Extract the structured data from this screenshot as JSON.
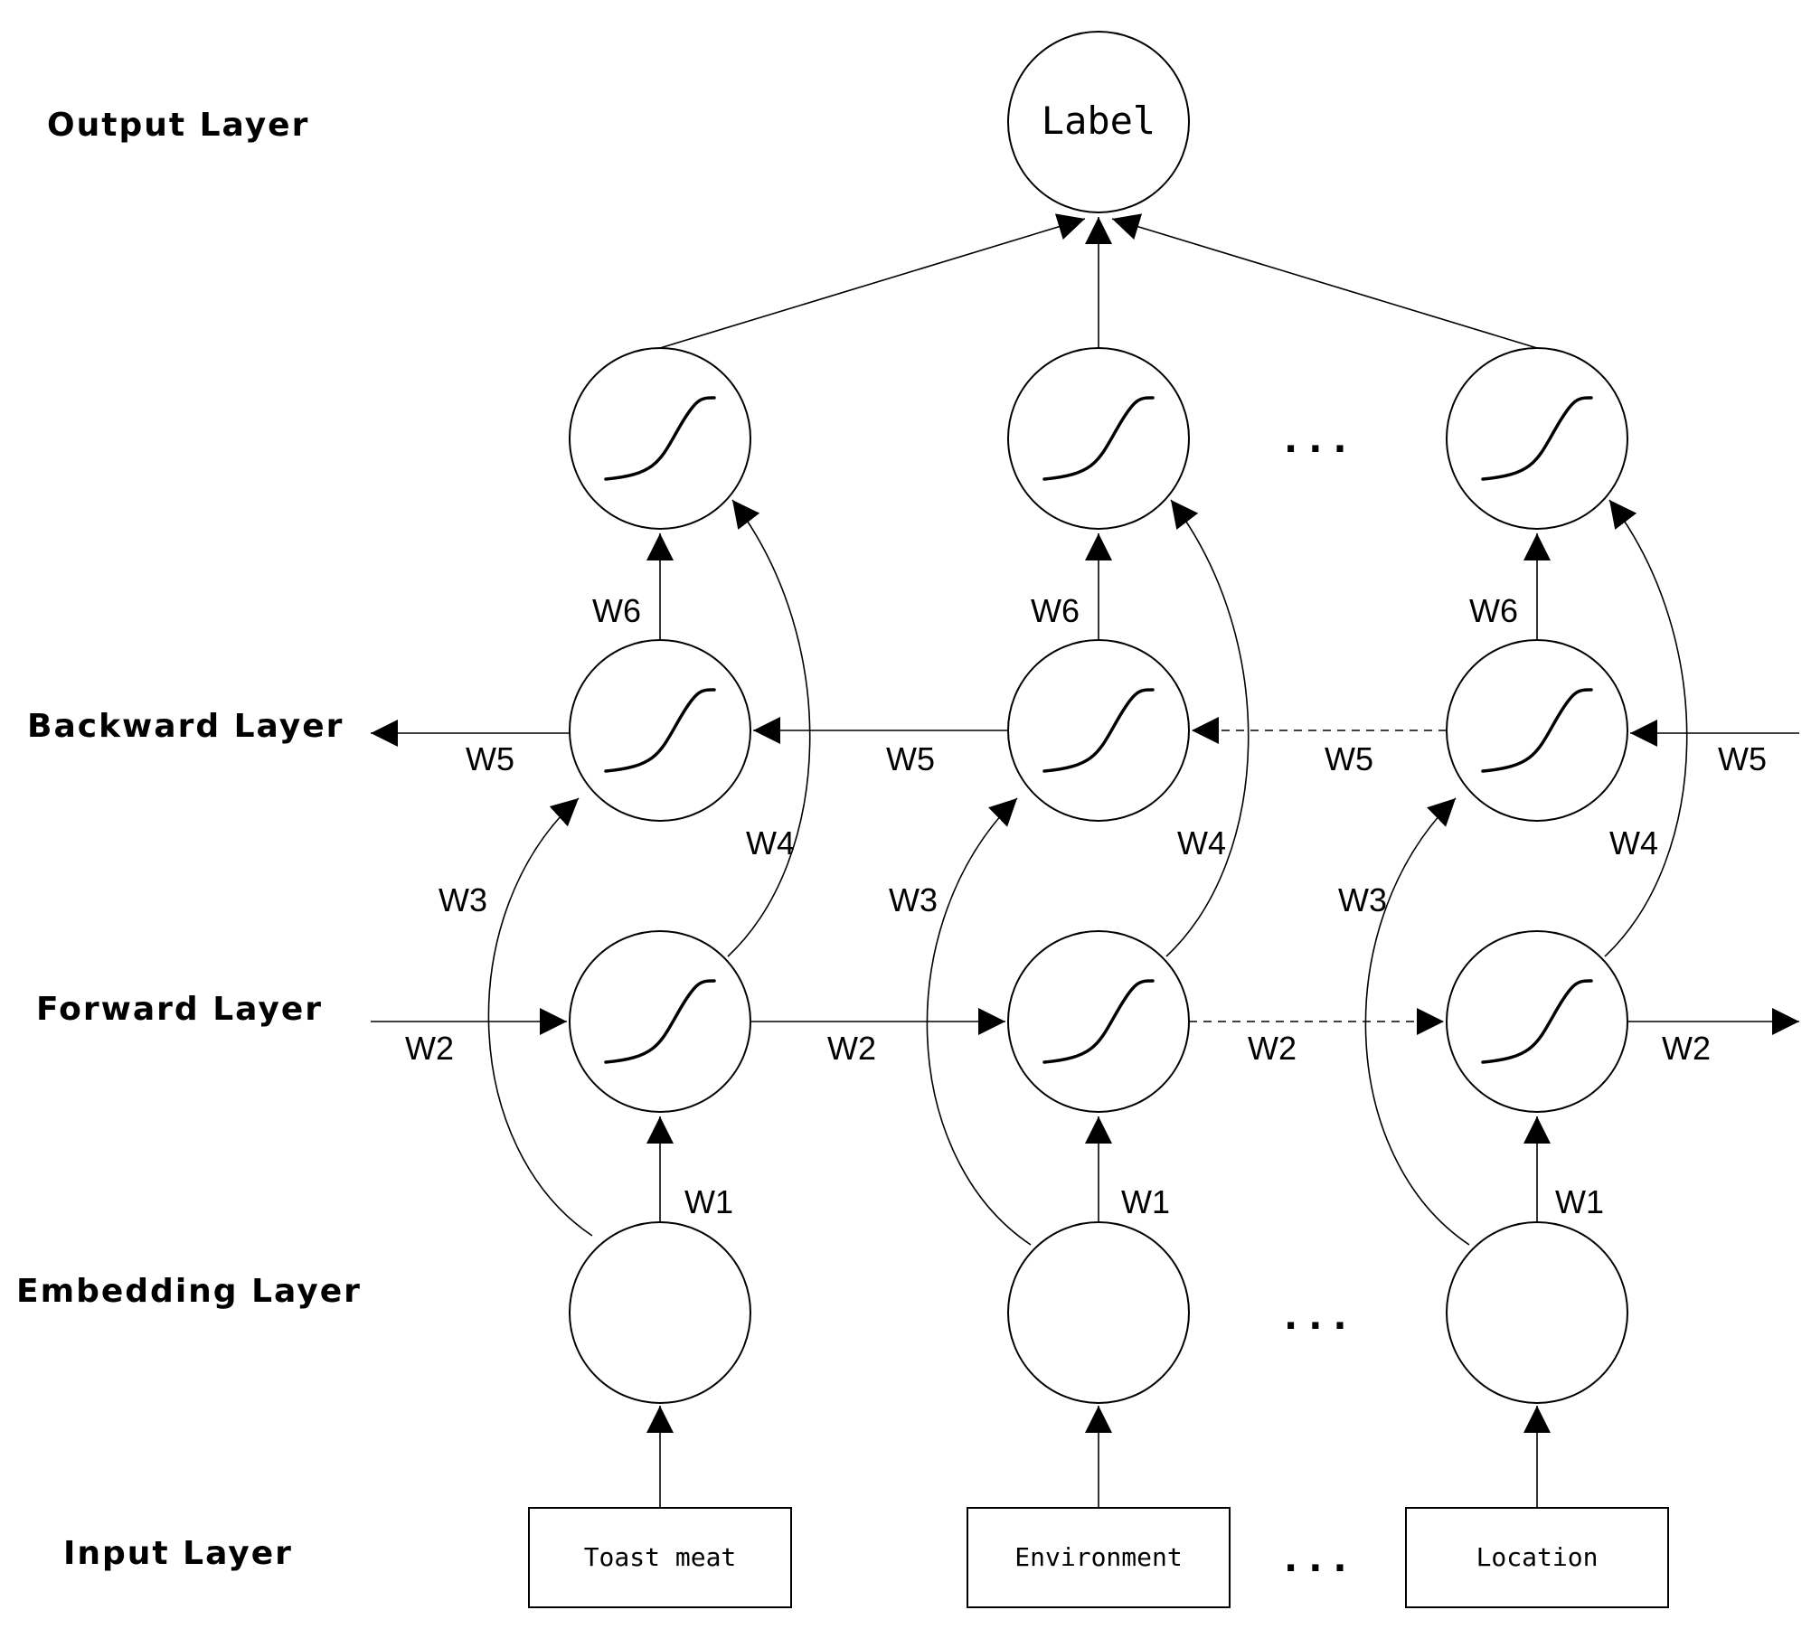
{
  "layers": {
    "output": "Output Layer",
    "backward": "Backward Layer",
    "forward": "Forward Layer",
    "embedding": "Embedding Layer",
    "input": "Input Layer"
  },
  "output_node": "Label",
  "inputs": [
    "Toast meat",
    "Environment",
    "Location"
  ],
  "ellipsis": "...",
  "weights": {
    "w1": "W1",
    "w2": "W2",
    "w3": "W3",
    "w4": "W4",
    "w5": "W5",
    "w6": "W6"
  },
  "activation_icon": "sigmoid-icon"
}
